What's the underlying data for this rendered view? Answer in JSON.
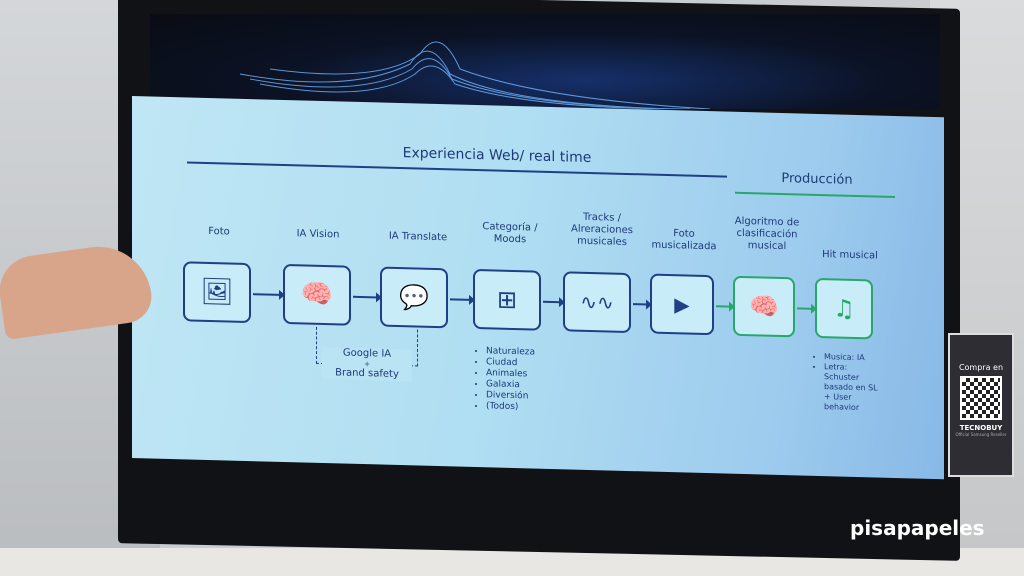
{
  "slide": {
    "section_web": "Experiencia Web/ real time",
    "section_prod": "Producción",
    "steps": [
      {
        "label": "Foto",
        "icon": "image-icon"
      },
      {
        "label": "IA Vision",
        "icon": "brain-circuit-icon"
      },
      {
        "label": "IA Translate",
        "icon": "translate-chat-icon"
      },
      {
        "label": "Categoría / Moods",
        "icon": "hierarchy-icon"
      },
      {
        "label": "Tracks / Alreraciones musicales",
        "icon": "waveform-icon"
      },
      {
        "label": "Foto musicalizada",
        "icon": "play-video-icon"
      },
      {
        "label": "Algoritmo de clasificación musical",
        "icon": "brain-circuit-icon"
      },
      {
        "label": "Hit musical",
        "icon": "music-note-icon"
      }
    ],
    "google_note": {
      "line1": "Google IA",
      "plus": "+",
      "line2": "Brand safety"
    },
    "moods": [
      "Naturaleza",
      "Ciudad",
      "Animales",
      "Galaxia",
      "Diversión",
      "(Todos)"
    ],
    "hit_notes": [
      "Musica: IA",
      "Letra: Schuster basado en SL + User behavior"
    ],
    "colors": {
      "web": "#1f3f86",
      "prod": "#27a86a"
    }
  },
  "stand": {
    "title": "Compra en",
    "brand": "TECNOBUY",
    "sub": "Official Samsung Reseller"
  },
  "watermark": "pisapapeles"
}
